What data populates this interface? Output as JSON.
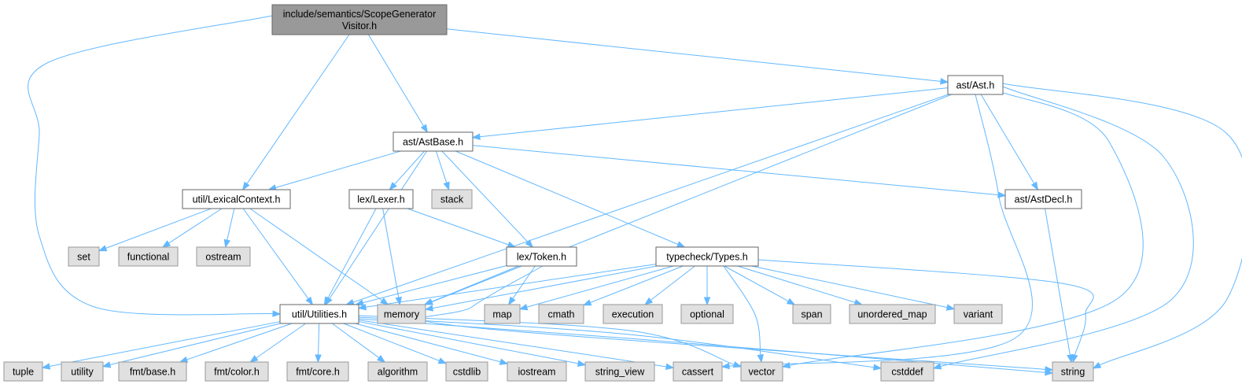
{
  "colors": {
    "root_fill": "#999999",
    "root_stroke": "#666666",
    "file_fill": "#ffffff",
    "file_stroke": "#666666",
    "system_fill": "#e0e0e0",
    "system_stroke": "#999999",
    "edge": "#63b8ff"
  },
  "nodes": [
    {
      "id": "root",
      "lines": [
        "include/semantics/ScopeGenerator",
        "Visitor.h"
      ],
      "kind": "root"
    },
    {
      "id": "ast",
      "lines": [
        "ast/Ast.h"
      ],
      "kind": "file"
    },
    {
      "id": "astbase",
      "lines": [
        "ast/AstBase.h"
      ],
      "kind": "file"
    },
    {
      "id": "lexctx",
      "lines": [
        "util/LexicalContext.h"
      ],
      "kind": "file"
    },
    {
      "id": "lexer",
      "lines": [
        "lex/Lexer.h"
      ],
      "kind": "file"
    },
    {
      "id": "stack",
      "lines": [
        "stack"
      ],
      "kind": "system"
    },
    {
      "id": "astdecl",
      "lines": [
        "ast/AstDecl.h"
      ],
      "kind": "file"
    },
    {
      "id": "set",
      "lines": [
        "set"
      ],
      "kind": "system"
    },
    {
      "id": "functional",
      "lines": [
        "functional"
      ],
      "kind": "system"
    },
    {
      "id": "ostream",
      "lines": [
        "ostream"
      ],
      "kind": "system"
    },
    {
      "id": "token",
      "lines": [
        "lex/Token.h"
      ],
      "kind": "file"
    },
    {
      "id": "types",
      "lines": [
        "typecheck/Types.h"
      ],
      "kind": "file"
    },
    {
      "id": "utilities",
      "lines": [
        "util/Utilities.h"
      ],
      "kind": "file"
    },
    {
      "id": "memory",
      "lines": [
        "memory"
      ],
      "kind": "system"
    },
    {
      "id": "map",
      "lines": [
        "map"
      ],
      "kind": "system"
    },
    {
      "id": "cmath",
      "lines": [
        "cmath"
      ],
      "kind": "system"
    },
    {
      "id": "execution",
      "lines": [
        "execution"
      ],
      "kind": "system"
    },
    {
      "id": "optional",
      "lines": [
        "optional"
      ],
      "kind": "system"
    },
    {
      "id": "span",
      "lines": [
        "span"
      ],
      "kind": "system"
    },
    {
      "id": "unordered_map",
      "lines": [
        "unordered_map"
      ],
      "kind": "system"
    },
    {
      "id": "variant",
      "lines": [
        "variant"
      ],
      "kind": "system"
    },
    {
      "id": "tuple",
      "lines": [
        "tuple"
      ],
      "kind": "system"
    },
    {
      "id": "utility",
      "lines": [
        "utility"
      ],
      "kind": "system"
    },
    {
      "id": "fmtbase",
      "lines": [
        "fmt/base.h"
      ],
      "kind": "system"
    },
    {
      "id": "fmtcolor",
      "lines": [
        "fmt/color.h"
      ],
      "kind": "system"
    },
    {
      "id": "fmtcore",
      "lines": [
        "fmt/core.h"
      ],
      "kind": "system"
    },
    {
      "id": "algorithm",
      "lines": [
        "algorithm"
      ],
      "kind": "system"
    },
    {
      "id": "cstdlib",
      "lines": [
        "cstdlib"
      ],
      "kind": "system"
    },
    {
      "id": "iostream",
      "lines": [
        "iostream"
      ],
      "kind": "system"
    },
    {
      "id": "string_view",
      "lines": [
        "string_view"
      ],
      "kind": "system"
    },
    {
      "id": "cassert",
      "lines": [
        "cassert"
      ],
      "kind": "system"
    },
    {
      "id": "vector",
      "lines": [
        "vector"
      ],
      "kind": "system"
    },
    {
      "id": "cstddef",
      "lines": [
        "cstddef"
      ],
      "kind": "system"
    },
    {
      "id": "string",
      "lines": [
        "string"
      ],
      "kind": "system"
    }
  ],
  "edges": [
    [
      "root",
      "ast"
    ],
    [
      "root",
      "astbase"
    ],
    [
      "root",
      "lexctx"
    ],
    [
      "root",
      "utilities"
    ],
    [
      "ast",
      "astbase"
    ],
    [
      "ast",
      "astdecl"
    ],
    [
      "ast",
      "utilities"
    ],
    [
      "ast",
      "memory"
    ],
    [
      "ast",
      "cassert"
    ],
    [
      "ast",
      "vector"
    ],
    [
      "ast",
      "cstddef"
    ],
    [
      "ast",
      "string"
    ],
    [
      "astbase",
      "lexctx"
    ],
    [
      "astbase",
      "lexer"
    ],
    [
      "astbase",
      "stack"
    ],
    [
      "astbase",
      "token"
    ],
    [
      "astbase",
      "types"
    ],
    [
      "astbase",
      "astdecl"
    ],
    [
      "astbase",
      "utilities"
    ],
    [
      "lexctx",
      "set"
    ],
    [
      "lexctx",
      "functional"
    ],
    [
      "lexctx",
      "ostream"
    ],
    [
      "lexctx",
      "memory"
    ],
    [
      "lexctx",
      "utilities"
    ],
    [
      "lexer",
      "token"
    ],
    [
      "lexer",
      "memory"
    ],
    [
      "lexer",
      "utilities"
    ],
    [
      "astdecl",
      "string"
    ],
    [
      "token",
      "utilities"
    ],
    [
      "token",
      "memory"
    ],
    [
      "token",
      "map"
    ],
    [
      "token",
      "string"
    ],
    [
      "types",
      "utilities"
    ],
    [
      "types",
      "memory"
    ],
    [
      "types",
      "map"
    ],
    [
      "types",
      "cmath"
    ],
    [
      "types",
      "execution"
    ],
    [
      "types",
      "optional"
    ],
    [
      "types",
      "span"
    ],
    [
      "types",
      "unordered_map"
    ],
    [
      "types",
      "variant"
    ],
    [
      "types",
      "vector"
    ],
    [
      "types",
      "string"
    ],
    [
      "utilities",
      "tuple"
    ],
    [
      "utilities",
      "utility"
    ],
    [
      "utilities",
      "fmtbase"
    ],
    [
      "utilities",
      "fmtcolor"
    ],
    [
      "utilities",
      "fmtcore"
    ],
    [
      "utilities",
      "algorithm"
    ],
    [
      "utilities",
      "cstdlib"
    ],
    [
      "utilities",
      "iostream"
    ],
    [
      "utilities",
      "string_view"
    ],
    [
      "utilities",
      "cassert"
    ],
    [
      "utilities",
      "vector"
    ],
    [
      "utilities",
      "cstddef"
    ],
    [
      "utilities",
      "string"
    ]
  ]
}
